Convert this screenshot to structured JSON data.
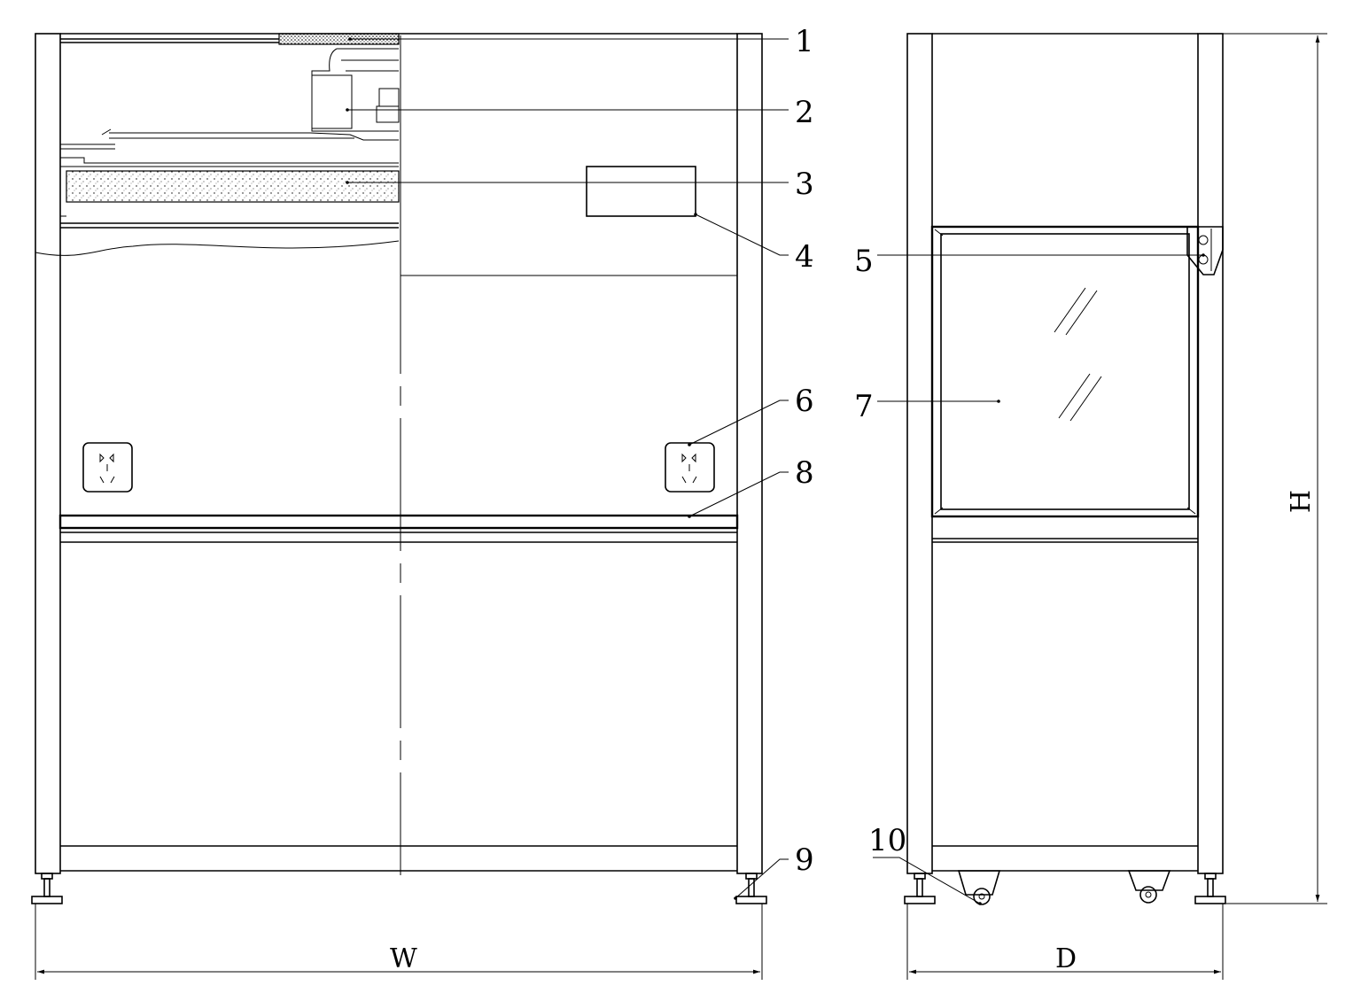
{
  "callouts": [
    {
      "id": "1",
      "text": "1"
    },
    {
      "id": "2",
      "text": "2"
    },
    {
      "id": "3",
      "text": "3"
    },
    {
      "id": "4",
      "text": "4"
    },
    {
      "id": "5",
      "text": "5"
    },
    {
      "id": "6",
      "text": "6"
    },
    {
      "id": "7",
      "text": "7"
    },
    {
      "id": "8",
      "text": "8"
    },
    {
      "id": "9",
      "text": "9"
    },
    {
      "id": "10",
      "text": "10"
    }
  ],
  "dimensions": {
    "width": "W",
    "depth": "D",
    "height": "H"
  }
}
